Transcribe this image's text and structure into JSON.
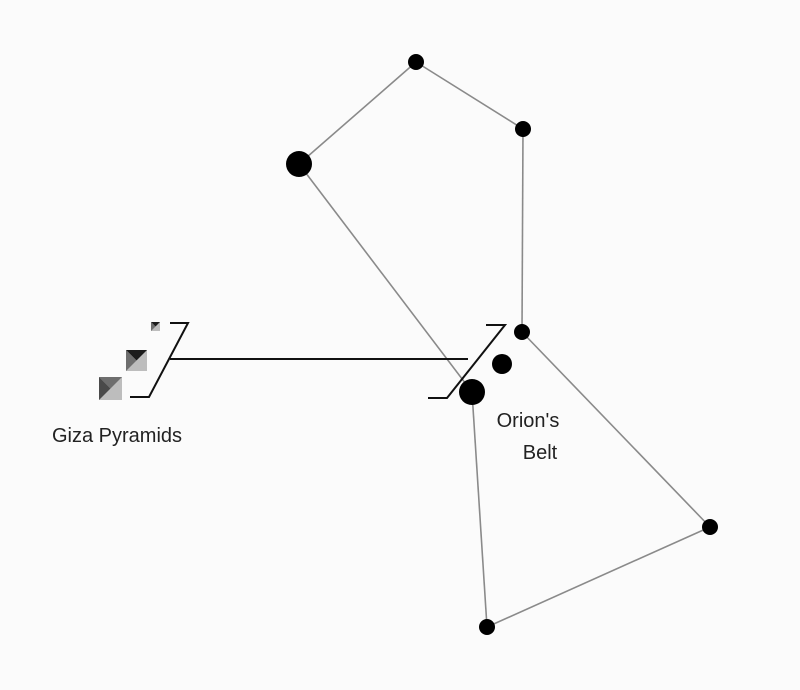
{
  "labels": {
    "pyramids": "Giza Pyramids",
    "belt_line1": "Orion's",
    "belt_line2": "Belt"
  },
  "colors": {
    "background": "#fbfbfb",
    "star": "#000000",
    "constellation_line": "#8a8a8a",
    "connector_line": "#111111",
    "pyramid_dark": "#1c1c1c",
    "pyramid_mid": "#6e6e6e",
    "pyramid_light": "#bdbdbd"
  }
}
